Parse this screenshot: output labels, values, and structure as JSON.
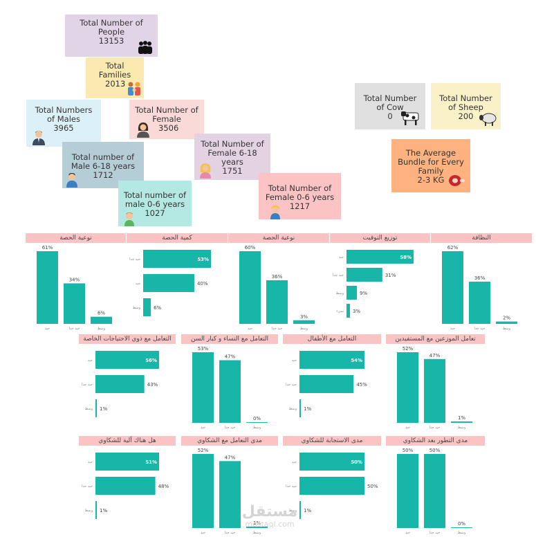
{
  "cards": {
    "people": {
      "label": "Total Number of People",
      "value": "13153",
      "icon": "people-group-icon",
      "color": "#e1d4e7"
    },
    "families": {
      "label": "Total Families",
      "value": "2013",
      "icon": "family-icon",
      "color": "#faeab1"
    },
    "males": {
      "label": "Total Numbers of Males",
      "value": "3965",
      "icon": "man-icon",
      "color": "#dcf0f8"
    },
    "female": {
      "label": "Total Number of Female",
      "value": "3506",
      "icon": "woman-icon",
      "color": "#fad9d9"
    },
    "male618": {
      "label": "Total number of Male 6-18 years",
      "value": "1712",
      "icon": "boy-icon",
      "color": "#b5cdd6"
    },
    "female618": {
      "label": "Total Number of Female 6-18 years",
      "value": "1751",
      "icon": "girl-icon",
      "color": "#e3d2e2"
    },
    "female06": {
      "label": "Total Number of Female 0-6 years",
      "value": "1217",
      "icon": "baby-girl-icon",
      "color": "#fbc3c4"
    },
    "male06": {
      "label": "Total number of male 0-6 years",
      "value": "1027",
      "icon": "baby-boy-icon",
      "color": "#b4e8e2"
    },
    "cow": {
      "label": "Total Number of Cow",
      "value": "0",
      "icon": "cow-icon",
      "color": "#e0e0e0"
    },
    "sheep": {
      "label": "Total Number of Sheep",
      "value": "200",
      "icon": "sheep-icon",
      "color": "#fbf1c9"
    },
    "bundle": {
      "label": "The Average Bundle for Every Family",
      "value": "2-3 KG",
      "icon": "meat-icon",
      "color": "#fdb27f"
    }
  },
  "colors": {
    "bar": "#17b6a8",
    "title_bg": "#fbc4c4"
  },
  "watermark": {
    "text": "مستقل",
    "url": "mostaql.com"
  },
  "chart_data": [
    {
      "type": "bar",
      "orientation": "vertical",
      "title": "نوعية الحصة",
      "categories": [
        "جيد",
        "جيد جدا",
        "وسط"
      ],
      "values": [
        61,
        34,
        6
      ],
      "labels": [
        "61%",
        "34%",
        "6%"
      ]
    },
    {
      "type": "bar",
      "orientation": "horizontal",
      "title": "كمية الحصة",
      "categories": [
        "جيد جدا",
        "جيد",
        "وسط"
      ],
      "values": [
        53,
        40,
        6
      ],
      "labels": [
        "53%",
        "40%",
        "6%"
      ]
    },
    {
      "type": "bar",
      "orientation": "vertical",
      "title": "نوعية الحصة",
      "categories": [
        "جيد",
        "جيد جدا",
        "وسط"
      ],
      "values": [
        60,
        36,
        3
      ],
      "labels": [
        "60%",
        "36%",
        "3%"
      ]
    },
    {
      "type": "bar",
      "orientation": "horizontal",
      "title": "توزيع التوقيت",
      "categories": [
        "جيد",
        "جيد جدا",
        "وسط",
        "سيء"
      ],
      "values": [
        58,
        31,
        9,
        3
      ],
      "labels": [
        "58%",
        "31%",
        "9%",
        "3%"
      ]
    },
    {
      "type": "bar",
      "orientation": "vertical",
      "title": "النظافة",
      "categories": [
        "جيد",
        "جيد جدا",
        "وسط"
      ],
      "values": [
        62,
        36,
        2
      ],
      "labels": [
        "62%",
        "36%",
        "2%"
      ]
    },
    {
      "type": "bar",
      "orientation": "horizontal",
      "title": "التعامل مع ذوي الاحتياجات الخاصة",
      "categories": [
        "جيد",
        "جيد جدا",
        "وسط"
      ],
      "values": [
        56,
        43,
        1
      ],
      "labels": [
        "56%",
        "43%",
        "1%"
      ]
    },
    {
      "type": "bar",
      "orientation": "vertical",
      "title": "التعامل مع النساء و كبار السن",
      "categories": [
        "جيد",
        "جيد جدا",
        "وسط"
      ],
      "values": [
        53,
        47,
        0
      ],
      "labels": [
        "53%",
        "47%",
        "0%"
      ]
    },
    {
      "type": "bar",
      "orientation": "horizontal",
      "title": "التعامل مع الأطفال",
      "categories": [
        "جيد",
        "جيد جدا",
        "وسط"
      ],
      "values": [
        54,
        45,
        1
      ],
      "labels": [
        "54%",
        "45%",
        "1%"
      ]
    },
    {
      "type": "bar",
      "orientation": "vertical",
      "title": "تعامل الموزعين مع المستفيدين",
      "categories": [
        "جيد",
        "جيد جدا",
        "وسط"
      ],
      "values": [
        52,
        47,
        1
      ],
      "labels": [
        "52%",
        "47%",
        "1%"
      ]
    },
    {
      "type": "bar",
      "orientation": "horizontal",
      "title": "هل هناك آلية للشكاوي",
      "categories": [
        "جيد",
        "جيد جدا",
        "وسط"
      ],
      "values": [
        51,
        48,
        1
      ],
      "labels": [
        "51%",
        "48%",
        "1%"
      ]
    },
    {
      "type": "bar",
      "orientation": "vertical",
      "title": "مدى التعامل مع الشكاوي",
      "categories": [
        "جيد",
        "جيد جدا",
        "وسط"
      ],
      "values": [
        52,
        47,
        1
      ],
      "labels": [
        "52%",
        "47%",
        "1%"
      ]
    },
    {
      "type": "bar",
      "orientation": "horizontal",
      "title": "مدى الاستجابة للشكاوي",
      "categories": [
        "جيد",
        "جيد جدا",
        "وسط"
      ],
      "values": [
        50,
        50,
        1
      ],
      "labels": [
        "50%",
        "50%",
        "1%"
      ]
    },
    {
      "type": "bar",
      "orientation": "vertical",
      "title": "مدى التطور بعد الشكاوي",
      "categories": [
        "جيد",
        "جيد جدا",
        "وسط"
      ],
      "values": [
        50,
        50,
        0
      ],
      "labels": [
        "50%",
        "50%",
        "0%"
      ]
    }
  ]
}
